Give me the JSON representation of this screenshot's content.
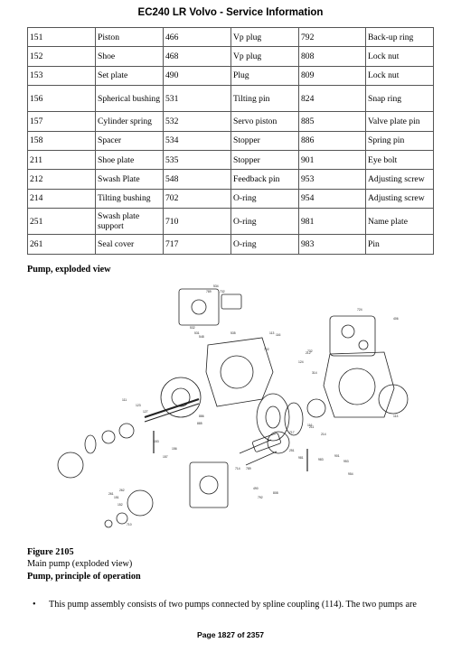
{
  "header": {
    "title": "EC240 LR Volvo - Service Information"
  },
  "parts_table": {
    "rows": [
      [
        {
          "num": "151",
          "name": "Piston"
        },
        {
          "num": "466",
          "name": "Vp plug"
        },
        {
          "num": "792",
          "name": "Back-up ring"
        }
      ],
      [
        {
          "num": "152",
          "name": "Shoe"
        },
        {
          "num": "468",
          "name": "Vp plug"
        },
        {
          "num": "808",
          "name": "Lock nut"
        }
      ],
      [
        {
          "num": "153",
          "name": "Set plate"
        },
        {
          "num": "490",
          "name": "Plug"
        },
        {
          "num": "809",
          "name": "Lock nut"
        }
      ],
      [
        {
          "num": "156",
          "name": "Spherical bushing"
        },
        {
          "num": "531",
          "name": "Tilting pin"
        },
        {
          "num": "824",
          "name": "Snap ring"
        }
      ],
      [
        {
          "num": "157",
          "name": "Cylinder spring"
        },
        {
          "num": "532",
          "name": "Servo piston"
        },
        {
          "num": "885",
          "name": "Valve plate pin"
        }
      ],
      [
        {
          "num": "158",
          "name": "Spacer"
        },
        {
          "num": "534",
          "name": "Stopper"
        },
        {
          "num": "886",
          "name": "Spring pin"
        }
      ],
      [
        {
          "num": "211",
          "name": "Shoe plate"
        },
        {
          "num": "535",
          "name": "Stopper"
        },
        {
          "num": "901",
          "name": "Eye bolt"
        }
      ],
      [
        {
          "num": "212",
          "name": "Swash Plate"
        },
        {
          "num": "548",
          "name": "Feedback pin"
        },
        {
          "num": "953",
          "name": "Adjusting screw"
        }
      ],
      [
        {
          "num": "214",
          "name": "Tilting bushing"
        },
        {
          "num": "702",
          "name": "O-ring"
        },
        {
          "num": "954",
          "name": "Adjusting screw"
        }
      ],
      [
        {
          "num": "251",
          "name": "Swash plate support"
        },
        {
          "num": "710",
          "name": "O-ring"
        },
        {
          "num": "981",
          "name": "Name plate"
        }
      ],
      [
        {
          "num": "261",
          "name": "Seal cover"
        },
        {
          "num": "717",
          "name": "O-ring"
        },
        {
          "num": "983",
          "name": "Pin"
        }
      ]
    ]
  },
  "section_heading": "Pump, exploded view",
  "figure": {
    "number": "Figure 2105",
    "caption": "Main pump (exploded view)",
    "callouts": [
      "534",
      "789",
      "732",
      "532",
      "531",
      "548",
      "535",
      "702",
      "113",
      "116",
      "406",
      "724",
      "732",
      "314",
      "111",
      "123",
      "127",
      "886",
      "885",
      "153",
      "156",
      "157",
      "151",
      "152",
      "710",
      "981",
      "983",
      "901",
      "953",
      "954",
      "714",
      "789",
      "262",
      "261",
      "490",
      "792",
      "808",
      "717",
      "113",
      "116",
      "124",
      "212",
      "211",
      "214",
      "251"
    ]
  },
  "section_heading_2": "Pump, principle of operation",
  "bullet_text": "This pump assembly consists of two pumps connected by spline coupling (114). The two pumps are",
  "footer": {
    "page": "Page 1827 of 2357"
  }
}
